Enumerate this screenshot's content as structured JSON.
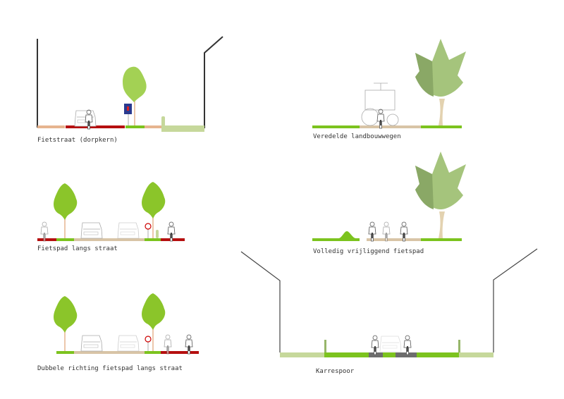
{
  "sections": [
    {
      "id": "fietsstraat",
      "label": "Fietstraat (dorpkern)"
    },
    {
      "id": "landbouwwegen",
      "label": "Veredelde landbouwwegen"
    },
    {
      "id": "fietspad-langs-straat",
      "label": "Fietspad langs straat"
    },
    {
      "id": "vrijliggend",
      "label": "Volledig vrijliggend fietspad"
    },
    {
      "id": "dubbele-richting",
      "label": "Dubbele richting fietspad langs straat"
    },
    {
      "id": "karrespoor",
      "label": "Karrespoor"
    }
  ],
  "colors": {
    "red": "#b50f0f",
    "green": "#7cc31e",
    "pale_green": "#c6d89b",
    "tan": "#d8c4a6",
    "orange_tan": "#e6b48f",
    "gray": "#6d6d6d",
    "tree_light": "#9fd04a",
    "tree_big": "#a3c07a",
    "wall": "#333333"
  }
}
